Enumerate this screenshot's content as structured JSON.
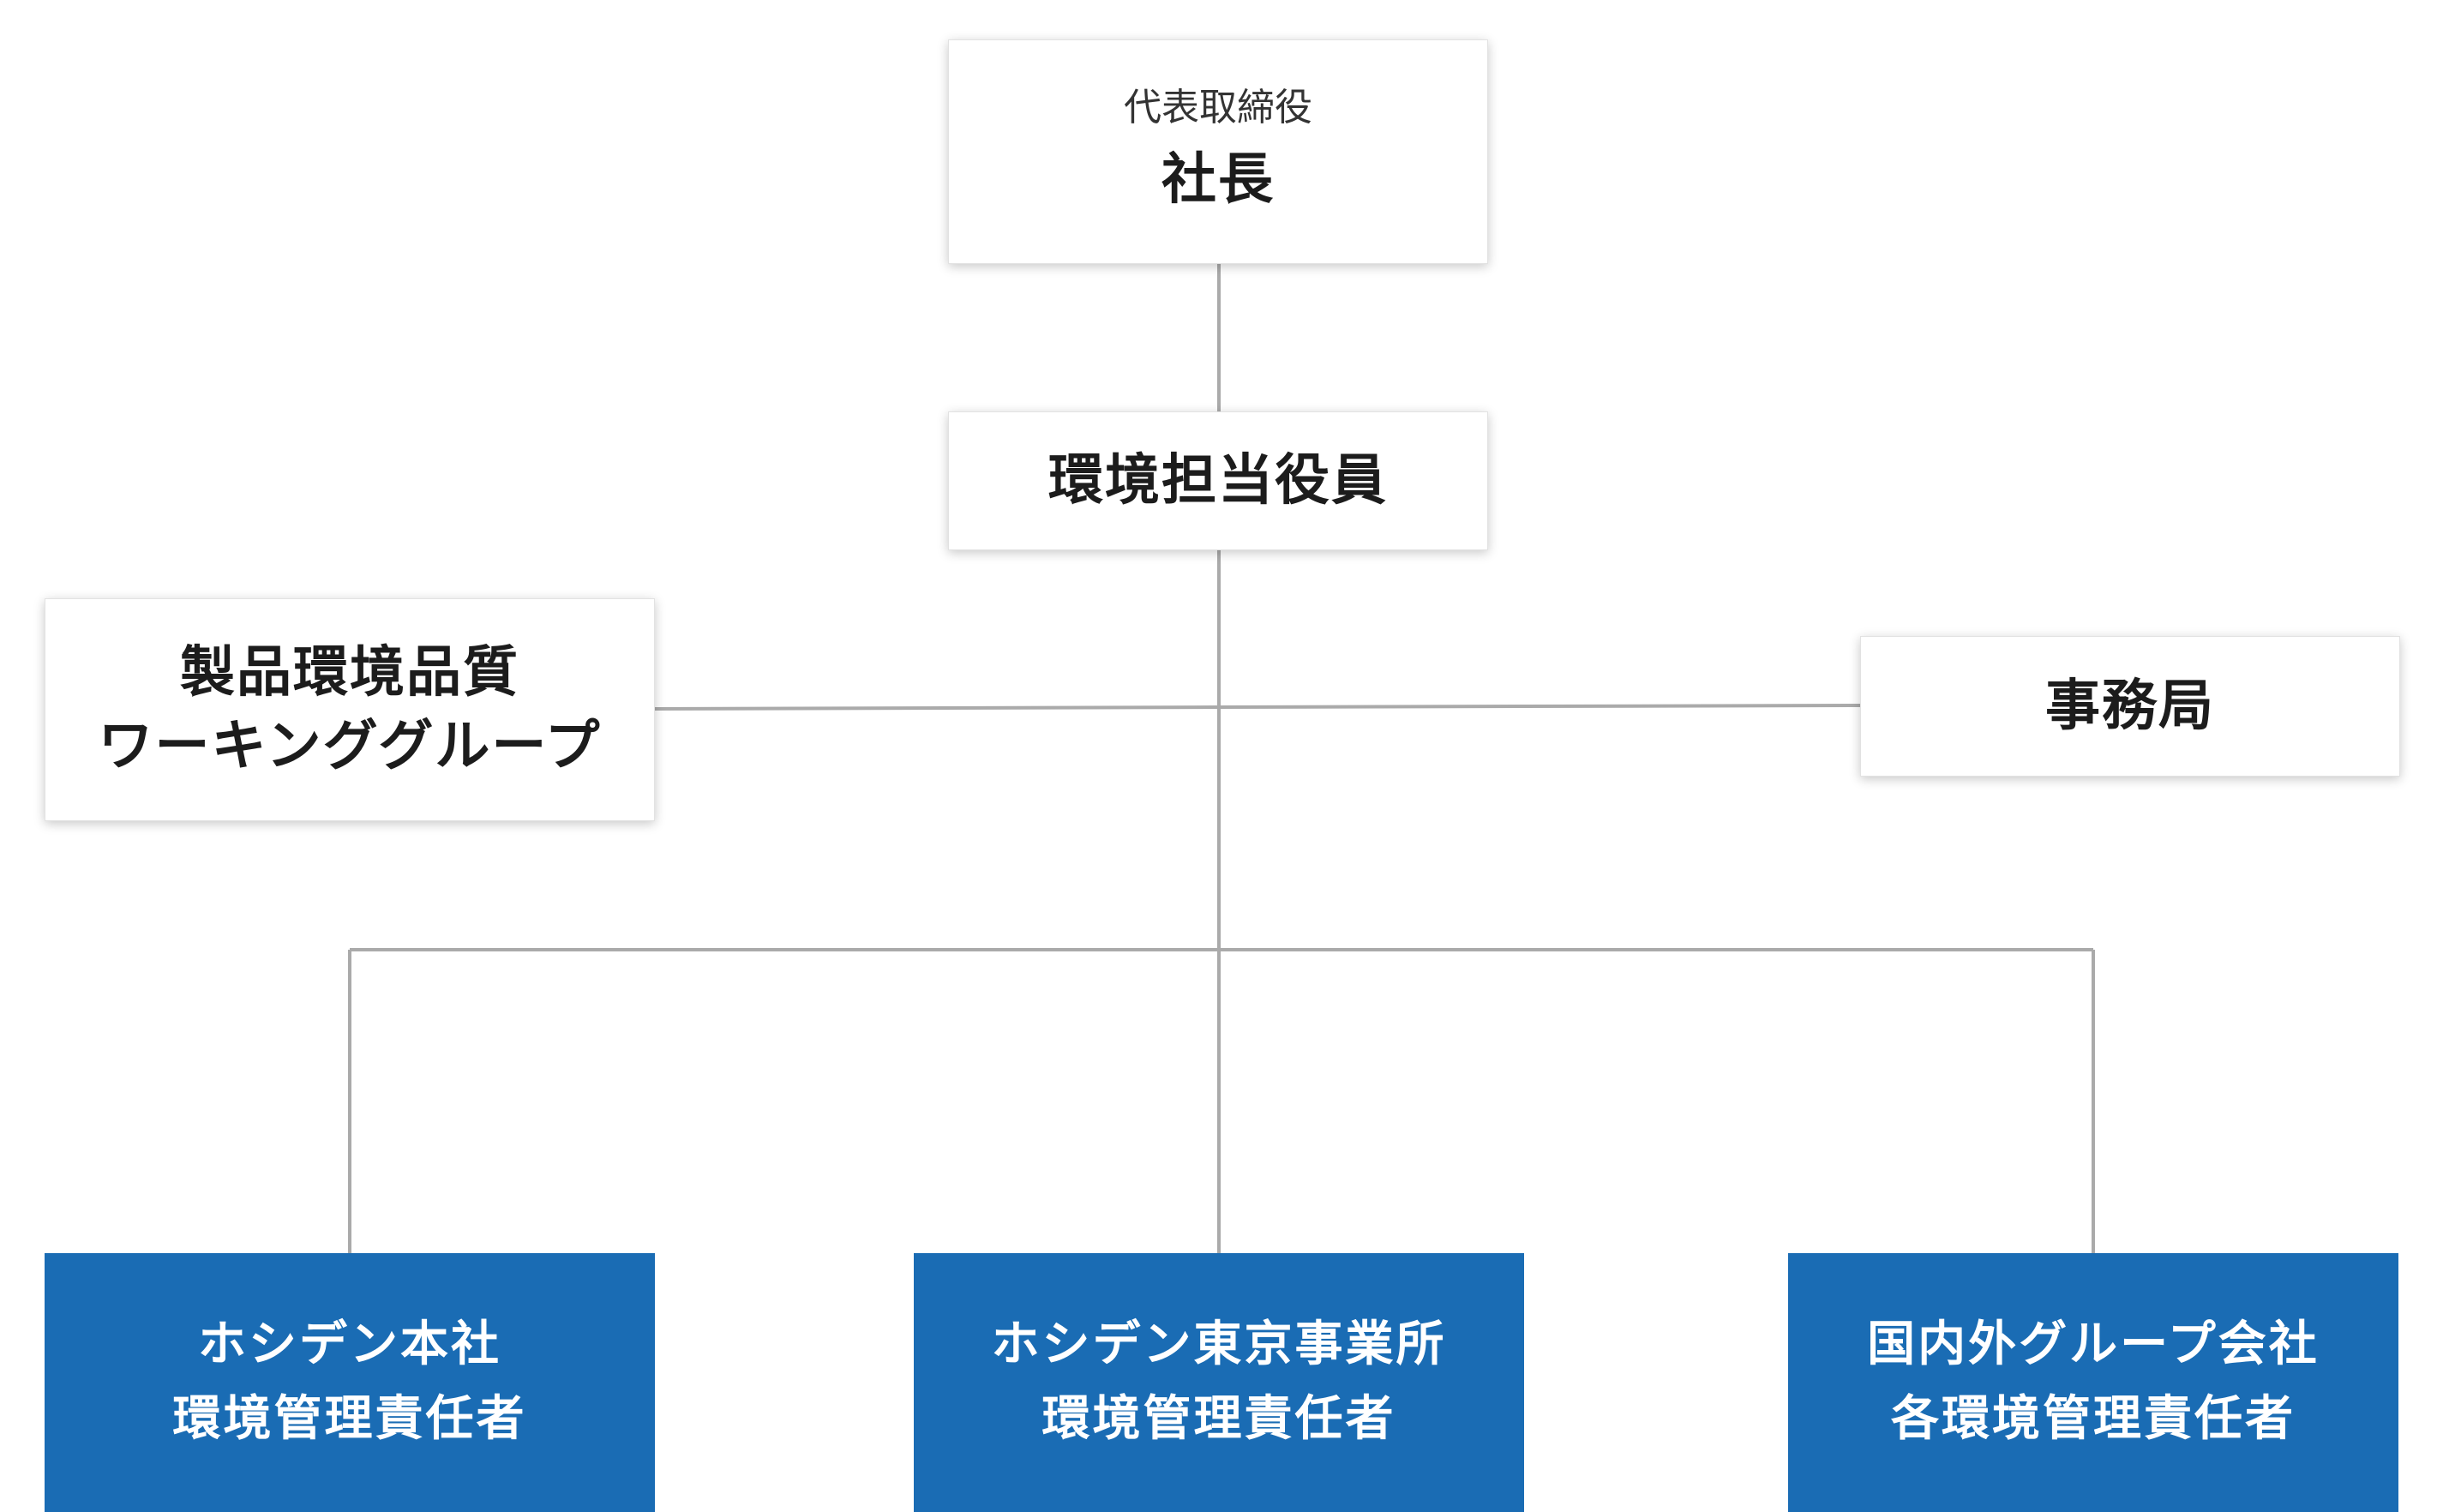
{
  "org_chart": {
    "president": {
      "title": "代表取締役",
      "name": "社長"
    },
    "environment_officer": {
      "name": "環境担当役員"
    },
    "working_group": {
      "line1": "製品環境品質",
      "line2": "ワーキンググループ"
    },
    "secretariat": {
      "name": "事務局"
    },
    "managers": [
      {
        "line1": "ホシデン本社",
        "line2": "環境管理責任者"
      },
      {
        "line1": "ホシデン東京事業所",
        "line2": "環境管理責任者"
      },
      {
        "line1": "国内外グループ会社",
        "line2": "各環境管理責任者"
      }
    ]
  },
  "colors": {
    "connector": "#aaaaaa",
    "manager_box": "#1a6cb4",
    "manager_text": "#ffffff",
    "box_text": "#1c1c1c"
  }
}
